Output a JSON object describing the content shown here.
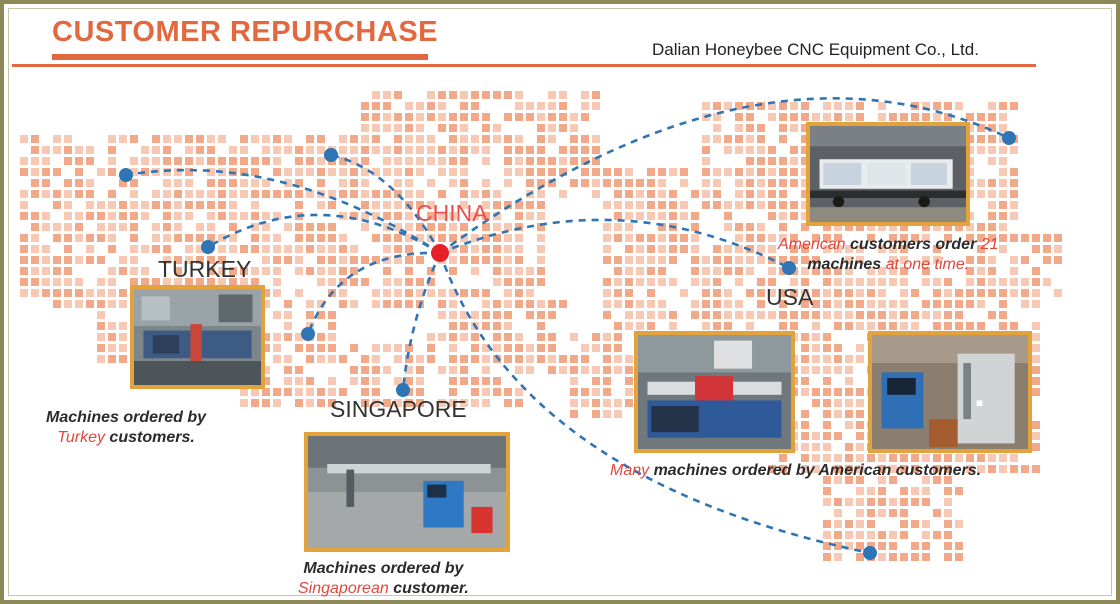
{
  "header": {
    "title": "CUSTOMER REPURCHASE",
    "company": "Dalian Honeybee CNC Equipment Co., Ltd."
  },
  "labels": {
    "china": "CHINA",
    "turkey": "TURKEY",
    "singapore": "SINGAPORE",
    "usa": "USA"
  },
  "captions": {
    "turkey": {
      "line1": "Machines ordered by",
      "highlight": "Turkey",
      "rest": " customers."
    },
    "singapore": {
      "line1": "Machines ordered by",
      "highlight": "Singaporean",
      "rest": " customer."
    },
    "american": {
      "highlight1": "American",
      "mid": " customers order ",
      "highlight2": "21",
      "line2": "machines ",
      "highlight3": " at one time."
    },
    "many": {
      "highlight": "Many",
      "rest": " machines ordered by American customers."
    }
  },
  "colors": {
    "accent": "#e2683f",
    "route": "#2f74b5",
    "hub": "#e8202a",
    "photo_border": "#e3a33c",
    "frame": "#8e8a58"
  }
}
